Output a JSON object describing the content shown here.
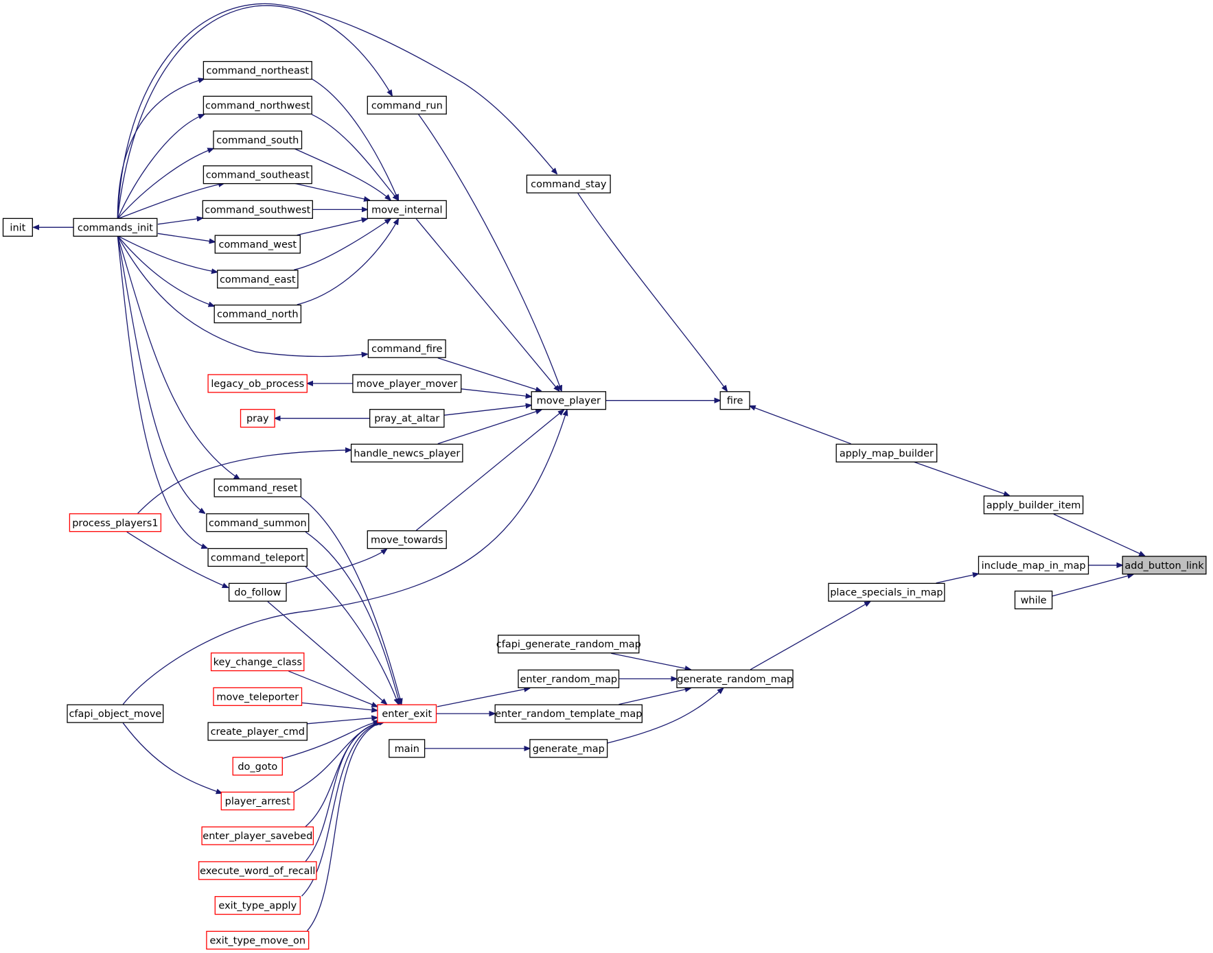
{
  "colors": {
    "edge": "#191970",
    "node_border": "#000000",
    "node_border_missing": "#ff0000",
    "focus_fill": "#bfbfbf",
    "background": "#ffffff"
  },
  "nodes": {
    "init": {
      "label": "init",
      "style": "normal"
    },
    "commands_init": {
      "label": "commands_init",
      "style": "normal"
    },
    "command_northeast": {
      "label": "command_northeast",
      "style": "normal"
    },
    "command_northwest": {
      "label": "command_northwest",
      "style": "normal"
    },
    "command_south": {
      "label": "command_south",
      "style": "normal"
    },
    "command_southeast": {
      "label": "command_southeast",
      "style": "normal"
    },
    "command_southwest": {
      "label": "command_southwest",
      "style": "normal"
    },
    "command_west": {
      "label": "command_west",
      "style": "normal"
    },
    "command_east": {
      "label": "command_east",
      "style": "normal"
    },
    "command_north": {
      "label": "command_north",
      "style": "normal"
    },
    "command_run": {
      "label": "command_run",
      "style": "normal"
    },
    "move_internal": {
      "label": "move_internal",
      "style": "normal"
    },
    "command_stay": {
      "label": "command_stay",
      "style": "normal"
    },
    "command_fire": {
      "label": "command_fire",
      "style": "normal"
    },
    "legacy_ob_process": {
      "label": "legacy_ob_process",
      "style": "missing"
    },
    "move_player_mover": {
      "label": "move_player_mover",
      "style": "normal"
    },
    "pray": {
      "label": "pray",
      "style": "missing"
    },
    "pray_at_altar": {
      "label": "pray_at_altar",
      "style": "normal"
    },
    "move_player": {
      "label": "move_player",
      "style": "normal"
    },
    "fire": {
      "label": "fire",
      "style": "normal"
    },
    "handle_newcs_player": {
      "label": "handle_newcs_player",
      "style": "normal"
    },
    "process_players1": {
      "label": "process_players1",
      "style": "missing"
    },
    "command_reset": {
      "label": "command_reset",
      "style": "normal"
    },
    "command_summon": {
      "label": "command_summon",
      "style": "normal"
    },
    "command_teleport": {
      "label": "command_teleport",
      "style": "normal"
    },
    "move_towards": {
      "label": "move_towards",
      "style": "normal"
    },
    "do_follow": {
      "label": "do_follow",
      "style": "normal"
    },
    "apply_map_builder": {
      "label": "apply_map_builder",
      "style": "normal"
    },
    "apply_builder_item": {
      "label": "apply_builder_item",
      "style": "normal"
    },
    "include_map_in_map": {
      "label": "include_map_in_map",
      "style": "normal"
    },
    "add_button_link": {
      "label": "add_button_link",
      "style": "focus"
    },
    "place_specials_in_map": {
      "label": "place_specials_in_map",
      "style": "normal"
    },
    "while": {
      "label": "while",
      "style": "normal"
    },
    "cfapi_generate_random_map": {
      "label": "cfapi_generate_random_map",
      "style": "normal"
    },
    "key_change_class": {
      "label": "key_change_class",
      "style": "missing"
    },
    "enter_random_map": {
      "label": "enter_random_map",
      "style": "normal"
    },
    "generate_random_map": {
      "label": "generate_random_map",
      "style": "normal"
    },
    "move_teleporter": {
      "label": "move_teleporter",
      "style": "missing"
    },
    "enter_exit": {
      "label": "enter_exit",
      "style": "missing"
    },
    "enter_random_template_map": {
      "label": "enter_random_template_map",
      "style": "normal"
    },
    "cfapi_object_move": {
      "label": "cfapi_object_move",
      "style": "normal"
    },
    "create_player_cmd": {
      "label": "create_player_cmd",
      "style": "normal"
    },
    "main": {
      "label": "main",
      "style": "normal"
    },
    "generate_map": {
      "label": "generate_map",
      "style": "normal"
    },
    "do_goto": {
      "label": "do_goto",
      "style": "missing"
    },
    "player_arrest": {
      "label": "player_arrest",
      "style": "missing"
    },
    "enter_player_savebed": {
      "label": "enter_player_savebed",
      "style": "missing"
    },
    "execute_word_of_recall": {
      "label": "execute_word_of_recall",
      "style": "missing"
    },
    "exit_type_apply": {
      "label": "exit_type_apply",
      "style": "missing"
    },
    "exit_type_move_on": {
      "label": "exit_type_move_on",
      "style": "missing"
    }
  },
  "edges": [
    {
      "from": "commands_init",
      "to": "init"
    },
    {
      "from": "command_northeast",
      "to": "commands_init"
    },
    {
      "from": "command_northwest",
      "to": "commands_init"
    },
    {
      "from": "command_south",
      "to": "commands_init"
    },
    {
      "from": "command_southeast",
      "to": "commands_init"
    },
    {
      "from": "command_southwest",
      "to": "commands_init"
    },
    {
      "from": "command_west",
      "to": "commands_init"
    },
    {
      "from": "command_east",
      "to": "commands_init"
    },
    {
      "from": "command_north",
      "to": "commands_init"
    },
    {
      "from": "command_run",
      "to": "commands_init"
    },
    {
      "from": "command_stay",
      "to": "commands_init"
    },
    {
      "from": "command_fire",
      "to": "commands_init"
    },
    {
      "from": "command_reset",
      "to": "commands_init"
    },
    {
      "from": "command_summon",
      "to": "commands_init"
    },
    {
      "from": "command_teleport",
      "to": "commands_init"
    },
    {
      "from": "move_internal",
      "to": "command_northeast"
    },
    {
      "from": "move_internal",
      "to": "command_northwest"
    },
    {
      "from": "move_internal",
      "to": "command_south"
    },
    {
      "from": "move_internal",
      "to": "command_southeast"
    },
    {
      "from": "move_internal",
      "to": "command_southwest"
    },
    {
      "from": "move_internal",
      "to": "command_west"
    },
    {
      "from": "move_internal",
      "to": "command_east"
    },
    {
      "from": "move_internal",
      "to": "command_north"
    },
    {
      "from": "move_player",
      "to": "command_run"
    },
    {
      "from": "move_player",
      "to": "move_internal"
    },
    {
      "from": "move_player",
      "to": "command_fire"
    },
    {
      "from": "move_player",
      "to": "move_player_mover"
    },
    {
      "from": "move_player",
      "to": "pray_at_altar"
    },
    {
      "from": "move_player",
      "to": "handle_newcs_player"
    },
    {
      "from": "move_player",
      "to": "move_towards"
    },
    {
      "from": "move_player",
      "to": "cfapi_object_move"
    },
    {
      "from": "move_player_mover",
      "to": "legacy_ob_process"
    },
    {
      "from": "pray_at_altar",
      "to": "pray"
    },
    {
      "from": "handle_newcs_player",
      "to": "process_players1"
    },
    {
      "from": "move_towards",
      "to": "do_follow"
    },
    {
      "from": "do_follow",
      "to": "process_players1"
    },
    {
      "from": "fire",
      "to": "command_stay"
    },
    {
      "from": "fire",
      "to": "move_player"
    },
    {
      "from": "apply_map_builder",
      "to": "fire"
    },
    {
      "from": "apply_builder_item",
      "to": "apply_map_builder"
    },
    {
      "from": "add_button_link",
      "to": "apply_builder_item"
    },
    {
      "from": "add_button_link",
      "to": "include_map_in_map"
    },
    {
      "from": "add_button_link",
      "to": "while"
    },
    {
      "from": "include_map_in_map",
      "to": "place_specials_in_map"
    },
    {
      "from": "place_specials_in_map",
      "to": "generate_random_map"
    },
    {
      "from": "generate_random_map",
      "to": "cfapi_generate_random_map"
    },
    {
      "from": "generate_random_map",
      "to": "enter_random_map"
    },
    {
      "from": "generate_random_map",
      "to": "enter_random_template_map"
    },
    {
      "from": "generate_random_map",
      "to": "generate_map"
    },
    {
      "from": "generate_map",
      "to": "main"
    },
    {
      "from": "enter_random_map",
      "to": "enter_exit"
    },
    {
      "from": "enter_random_template_map",
      "to": "enter_exit"
    },
    {
      "from": "enter_exit",
      "to": "command_reset"
    },
    {
      "from": "enter_exit",
      "to": "command_summon"
    },
    {
      "from": "enter_exit",
      "to": "command_teleport"
    },
    {
      "from": "enter_exit",
      "to": "do_follow"
    },
    {
      "from": "enter_exit",
      "to": "key_change_class"
    },
    {
      "from": "enter_exit",
      "to": "move_teleporter"
    },
    {
      "from": "enter_exit",
      "to": "create_player_cmd"
    },
    {
      "from": "enter_exit",
      "to": "do_goto"
    },
    {
      "from": "enter_exit",
      "to": "player_arrest"
    },
    {
      "from": "enter_exit",
      "to": "enter_player_savebed"
    },
    {
      "from": "enter_exit",
      "to": "execute_word_of_recall"
    },
    {
      "from": "enter_exit",
      "to": "exit_type_apply"
    },
    {
      "from": "enter_exit",
      "to": "exit_type_move_on"
    },
    {
      "from": "player_arrest",
      "to": "cfapi_object_move"
    }
  ]
}
